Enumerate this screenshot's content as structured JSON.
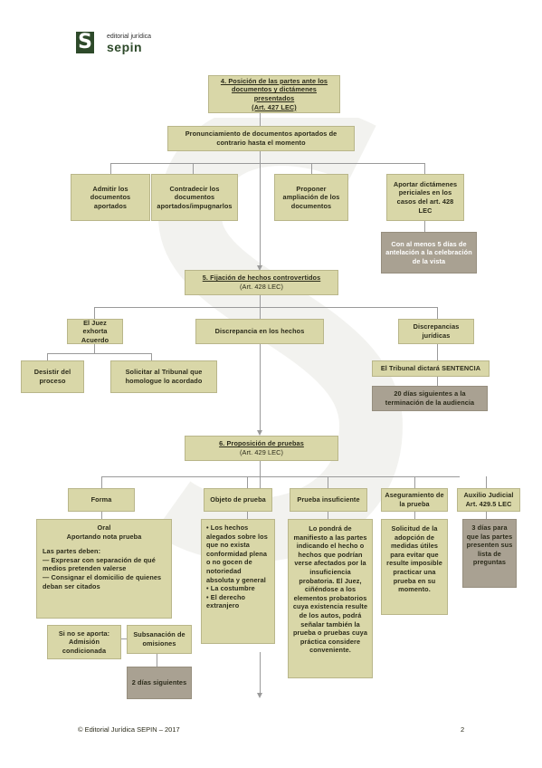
{
  "header": {
    "brand_top": "editorial jurídica",
    "brand_main": "sepin",
    "logo_letter": "S"
  },
  "section4": {
    "title": "4. Posición de las partes ante los documentos y dictámenes presentados",
    "ref": "(Art. 427 LEC)",
    "sub": "Pronunciamiento de documentos aportados de contrario hasta el momento",
    "options": [
      "Admitir los documentos aportados",
      "Contradecir los documentos aportados/impugnarlos",
      "Proponer ampliación de los documentos",
      "Aportar dictámenes periciales en los casos del art. 428 LEC"
    ],
    "note": "Con al menos 5 días de antelación a la celebración de la vista"
  },
  "section5": {
    "title": "5. Fijación de hechos controvertidos",
    "ref": "(Art. 428 LEC)",
    "judge": "El Juez exhorta Acuerdo",
    "facts": "Discrepancia en los hechos",
    "legal": "Discrepancias jurídicas",
    "desist": "Desistir del proceso",
    "request": "Solicitar al Tribunal que homologue lo acordado",
    "sentence": "El Tribunal dictará SENTENCIA",
    "days20": "20 días siguientes a la terminación de la audiencia"
  },
  "section6": {
    "title": "6. Proposición de pruebas",
    "ref": "(Art. 429 LEC)",
    "forma": "Forma",
    "objeto": "Objeto de prueba",
    "insuf": "Prueba insuficiente",
    "aseg": "Aseguramiento de la prueba",
    "aux": "Auxilio Judicial Art. 429.5 LEC",
    "oral_title": "Oral",
    "oral_sub": "Aportando nota prueba",
    "parties": "Las partes deben:",
    "parties_items": [
      "— Expresar con separación de qué medios pretenden valerse",
      "— Consignar el domicilio de quienes deban ser citados"
    ],
    "objeto_items": [
      "• Los hechos alegados sobre los que no exista conformidad plena o no gocen de notoriedad absoluta y general",
      "• La costumbre",
      "• El derecho extranjero"
    ],
    "insuf_text": "Lo pondrá de manifiesto a las partes indicando el hecho o hechos que podrían verse afectados por la insuficiencia probatoria. El Juez, ciñéndose a los elementos probatorios cuya existencia resulte de los autos, podrá señalar también la prueba o pruebas cuya práctica considere conveniente.",
    "aseg_text": "Solicitud de la adopción de medidas útiles para evitar que resulte imposible practicar una prueba en su momento.",
    "aux_days": "3 días para que las partes presenten sus lista de preguntas",
    "noaporta": "Si no se aporta: Admisión condicionada",
    "subsan": "Subsanación de omisiones",
    "days2": "2 días siguientes"
  },
  "footer": {
    "copyright": "© Editorial Jurídica SEPIN – 2017",
    "page": "2"
  }
}
